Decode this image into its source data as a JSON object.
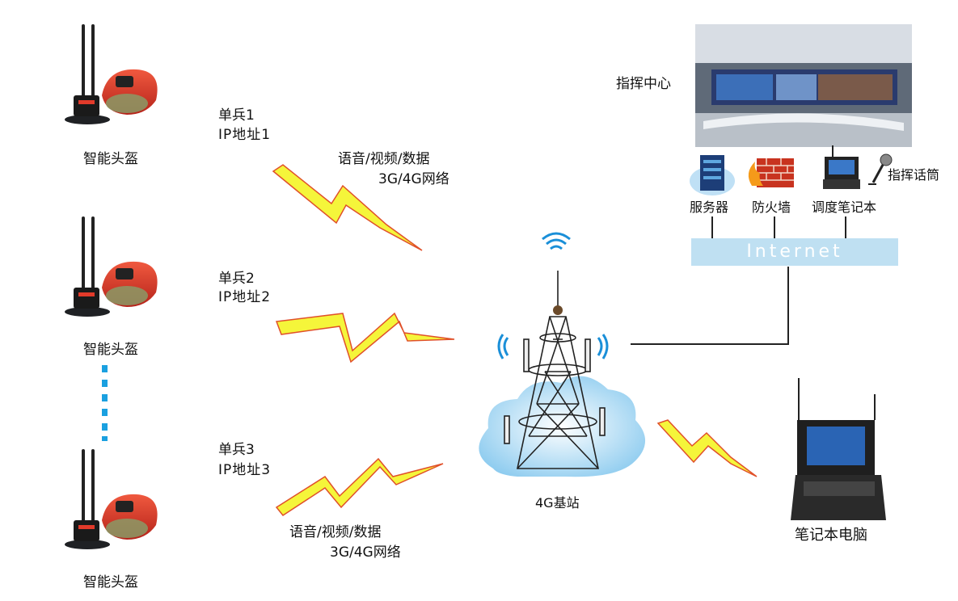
{
  "helmets": [
    {
      "label": "智能头盔"
    },
    {
      "label": "智能头盔"
    },
    {
      "label": "智能头盔"
    }
  ],
  "soldiers": [
    {
      "name": "单兵1",
      "ip": "IP地址1"
    },
    {
      "name": "单兵2",
      "ip": "IP地址2"
    },
    {
      "name": "单兵3",
      "ip": "IP地址3"
    }
  ],
  "link_top": {
    "line1": "语音/视频/数据",
    "line2": "3G/4G网络"
  },
  "link_bottom": {
    "line1": "语音/视频/数据",
    "line2": "3G/4G网络"
  },
  "base_station": {
    "label": "4G基站"
  },
  "command_center": {
    "label": "指挥中心"
  },
  "devices": {
    "server": "服务器",
    "firewall": "防火墙",
    "laptop": "调度笔记本",
    "mic": "指挥话筒"
  },
  "internet": {
    "label": "Internet"
  },
  "notebook": {
    "label": "笔记本电脑"
  },
  "colors": {
    "bolt_fill": "#f5f53a",
    "bolt_stroke": "#e0502a",
    "cloud": "#bfe3f7",
    "dots": "#1aa0e0",
    "helmet": "#d8352a",
    "internet_bar": "#bfe0f2"
  }
}
